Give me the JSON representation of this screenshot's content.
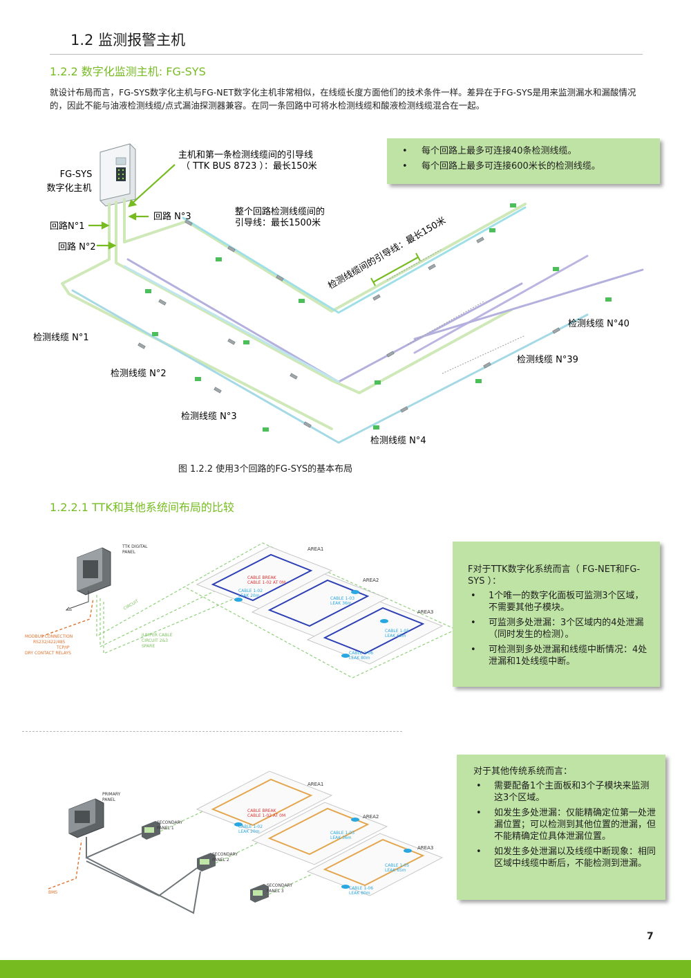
{
  "header": {
    "title": "1.2 监测报警主机",
    "section": "1.2.2 数字化监测主机: FG-SYS"
  },
  "intro": "就设计布局而言，FG-SYS数字化主机与FG-NET数字化主机非常相似，在线缆长度方面他们的技术条件一样。差异在于FG-SYS是用来监测漏水和漏酸情况的，因此不能与油液检测线缆/点式漏油探测器兼容。在同一条回路中可将水检测线缆和酸液检测线缆混合在一起。",
  "diagram": {
    "host_label_1": "FG-SYS",
    "host_label_2": "数字化主机",
    "lead_label_1": "主机和第一条检测线缆间的引导线",
    "lead_label_2": "（ TTK BUS 8723 ）：最长150米",
    "loop1": "回路N°1",
    "loop2": "回路 N°2",
    "loop3": "回路 N°3",
    "loop_lead_1": "整个回路检测线缆间的",
    "loop_lead_2": "引导线：最长1500米",
    "between_cables": "检测线缆间的引导线：最长150米",
    "cable1": "检测线缆 N°1",
    "cable2": "检测线缆 N°2",
    "cable3": "检测线缆 N°3",
    "cable4": "检测线缆 N°4",
    "cable39": "检测线缆 N°39",
    "cable40": "检测线缆 N°40",
    "caption": "图 1.2.2 使用3个回路的FG-SYS的基本布局"
  },
  "top_box": {
    "items": [
      "每个回路上最多可连接40条检测线缆。",
      "每个回路上最多可连接600米长的检测线缆。"
    ]
  },
  "subsection": "1.2.2.1 TTK和其他系统间布局的比较",
  "ttk_diagram": {
    "panel": "TTK DIGITAL",
    "panel2": "PANEL",
    "modbus": "MODBUS CONNECTION",
    "rs": "RS232/422/485",
    "tcp": "TCP/IP",
    "relays": "DRY CONTACT RELAYS",
    "circuit": "CIRCUIT",
    "jumper": "JUMPER CABLE",
    "circuit23": "CIRCUIT 2&3",
    "spare": "SPARE",
    "area1": "AREA1",
    "area2": "AREA2",
    "area3": "AREA3",
    "break1": "CABLE BREAK",
    "break2": "CABLE 1-02 AT 0M",
    "leak1a": "CABLE 1-02",
    "leak1b": "LEAK 20m",
    "leak2a": "CABLE 1-03",
    "leak2b": "LEAK 36m",
    "leak3a": "CABLE 1-05",
    "leak3b": "LEAK 65m",
    "leak4a": "CABLE 1-06",
    "leak4b": "LEAK 80m"
  },
  "ttk_box": {
    "lead": "F对于TTK数字化系统而言（ FG-NET和FG-SYS ）：",
    "items": [
      "1个唯一的数字化面板可监测3个区域，不需要其他子模块。",
      "可监测多处泄漏：3个区域内的4处泄漏（同时发生的检测）。",
      "可检测到多处泄漏和线缆中断情况：4处泄漏和1处线缆中断。"
    ]
  },
  "other_diagram": {
    "primary": "PRIMARY",
    "primary2": "PANEL",
    "sec1": "SECONDARY",
    "sec1b": "PANEL 1",
    "sec2": "SECONDARY",
    "sec2b": "PANEL 2",
    "sec3": "SECONDARY",
    "sec3b": "PANEL 3",
    "bms": "BMS"
  },
  "other_box": {
    "lead": "对于其他传统系统而言：",
    "items": [
      "需要配备1个主面板和3个子模块来监测这3个区域。",
      "如发生多处泄漏：仅能精确定位第一处泄漏位置；可以检测到其他位置的泄漏，但不能精确定位具体泄漏位置。",
      "如发生多处泄漏以及线缆中断现象：相同区域中线缆中断后，不能检测到泄漏。"
    ]
  },
  "page_number": "7",
  "colors": {
    "accent": "#76bc21",
    "box": "#bfe3a4"
  }
}
